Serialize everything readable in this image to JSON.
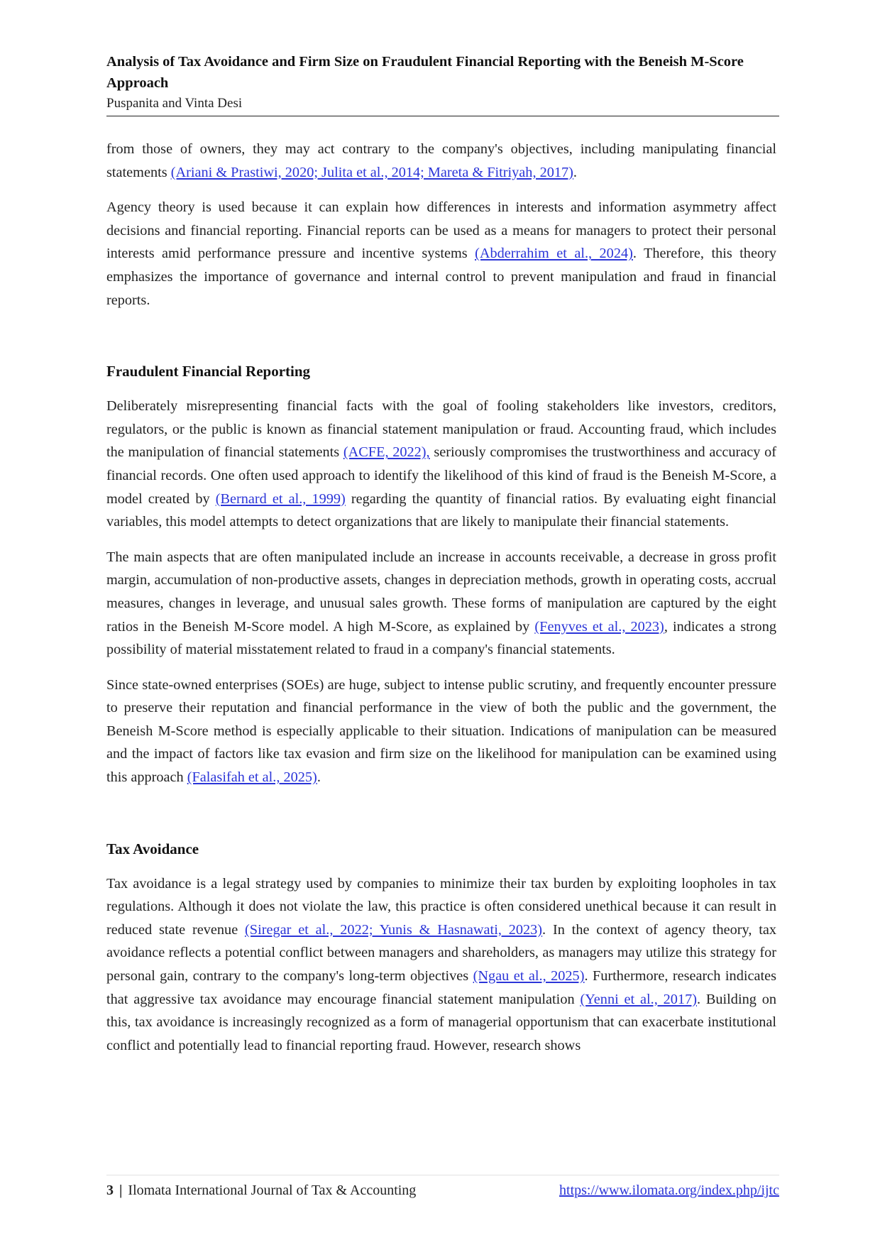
{
  "header": {
    "title": "Analysis of Tax Avoidance and Firm Size on Fraudulent Financial Reporting with the Beneish M-Score Approach",
    "authors": "Puspanita and Vinta Desi"
  },
  "body": {
    "p1": {
      "text": "from those of owners, they may act contrary to the company's objectives, including manipulating financial statements ",
      "cite": "(Ariani & Prastiwi, 2020; Julita et al., 2014; Mareta & Fitriyah, 2017)",
      "tail": "."
    },
    "p2": {
      "text": "Agency theory is used because it can explain how differences in interests and information asymmetry affect decisions and financial reporting. Financial reports can be used as a means for managers to protect their personal interests amid performance pressure and incentive systems ",
      "cite": "(Abderrahim et al., 2024)",
      "tail": ". Therefore, this theory emphasizes the importance of governance and internal control to prevent manipulation and fraud in financial reports."
    },
    "section1": {
      "heading": "Fraudulent Financial Reporting",
      "p1": {
        "a": "Deliberately misrepresenting financial facts with the goal of fooling stakeholders like investors, creditors, regulators, or the public is known as financial statement manipulation or fraud. Accounting fraud, which includes the manipulation of financial statements ",
        "cite1": "(ACFE, 2022),",
        "b": " seriously compromises the trustworthiness and accuracy of financial records. One often used approach to identify the likelihood of this kind of fraud is the Beneish M-Score, a model created by ",
        "cite2": "(Bernard et al., 1999)",
        "c": " regarding the quantity of financial ratios. By evaluating eight financial variables, this model attempts to detect organizations that are likely to manipulate their financial statements."
      },
      "p2": {
        "a": "The main aspects that are often manipulated include an increase in accounts receivable, a decrease in gross profit margin, accumulation of non-productive assets, changes in depreciation methods, growth in operating costs, accrual measures, changes in leverage, and unusual sales growth. These forms of manipulation are captured by the eight ratios in the Beneish M-Score model. A high M-Score, as explained by ",
        "cite": "(Fenyves et al., 2023)",
        "b": ", indicates a strong possibility of material misstatement related to fraud in a company's financial statements."
      },
      "p3": {
        "a": "Since state-owned enterprises (SOEs) are huge, subject to intense public scrutiny, and frequently encounter pressure to preserve their reputation and financial performance in the view of both the public and the government, the Beneish M-Score method is especially applicable to their situation. Indications of manipulation can be measured and the impact of factors like tax evasion and firm size on the likelihood for manipulation can be examined using this approach ",
        "cite": "(Falasifah et al., 2025)",
        "b": "."
      }
    },
    "section2": {
      "heading": "Tax Avoidance",
      "p1": {
        "a": "Tax avoidance is a legal strategy used by companies to minimize their tax burden by exploiting loopholes in tax regulations. Although it does not violate the law, this practice is often considered unethical because it can result in reduced state revenue ",
        "cite1": "(Siregar et al., 2022; Yunis & Hasnawati, 2023)",
        "b": ". In the context of agency theory, tax avoidance reflects a potential conflict between managers and shareholders, as managers may utilize this strategy for personal gain, contrary to the company's long-term objectives ",
        "cite2": "(Ngau et al., 2025)",
        "c": ". Furthermore, research indicates that aggressive tax avoidance may encourage financial statement manipulation ",
        "cite3": "(Yenni et al., 2017)",
        "d": ". Building on this, tax avoidance is increasingly recognized as a form of managerial opportunism that can exacerbate institutional conflict and potentially lead to financial reporting fraud. However, research shows"
      }
    }
  },
  "footer": {
    "page_number": "3",
    "separator": "|",
    "journal": "Ilomata International Journal of Tax & Accounting",
    "url": "https://www.ilomata.org/index.php/ijtc"
  },
  "colors": {
    "link": "#2b35d8",
    "text": "#222222"
  }
}
